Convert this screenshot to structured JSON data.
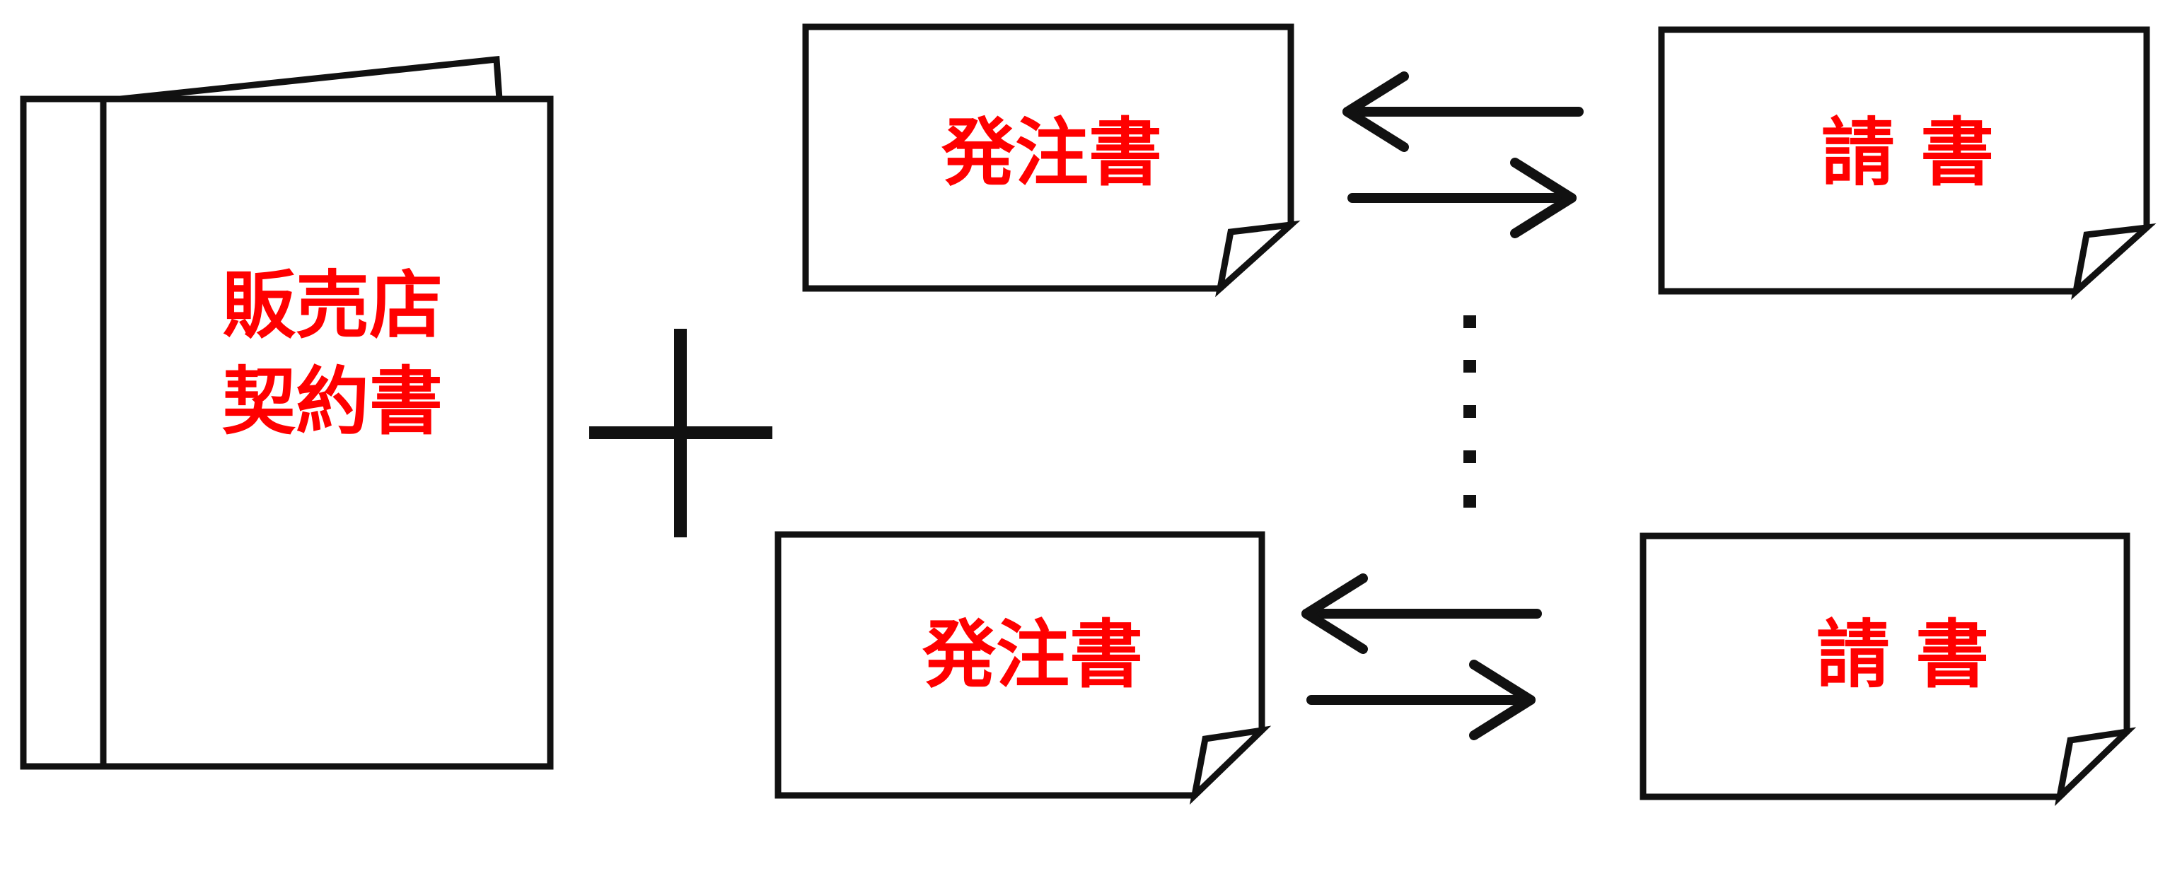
{
  "contract": {
    "line1": "販売店",
    "line2": "契約書"
  },
  "plus_symbol": "plus-icon",
  "pairs": [
    {
      "order_label": "発注書",
      "response_label": "請 書"
    },
    {
      "order_label": "発注書",
      "response_label": "請 書"
    }
  ],
  "continuation_marker": "vertical-dots",
  "colors": {
    "text": "#ff0000",
    "stroke": "#000000",
    "paper": "#ffffff"
  }
}
